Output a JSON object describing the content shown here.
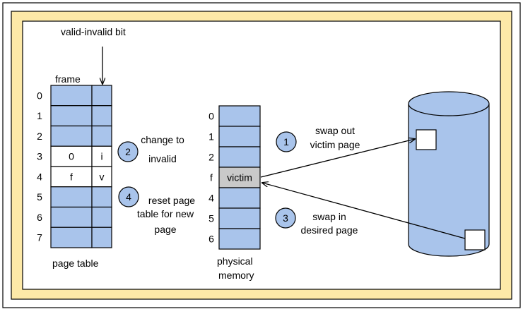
{
  "colors": {
    "frame_fill": "#fde9a8",
    "cell_fill": "#a9c4eb",
    "victim_fill": "#c9c9c9",
    "step_circle_fill": "#a9c4eb",
    "disk_fill": "#a9c4eb"
  },
  "labels": {
    "valid_invalid_bit": "valid-invalid bit",
    "frame": "frame",
    "page_table": "page table",
    "physical_memory_line1": "physical",
    "physical_memory_line2": "memory"
  },
  "page_table": {
    "rows": [
      {
        "index": "0",
        "frame": "",
        "bit": ""
      },
      {
        "index": "1",
        "frame": "",
        "bit": ""
      },
      {
        "index": "2",
        "frame": "",
        "bit": ""
      },
      {
        "index": "3",
        "frame": "0",
        "bit": "i"
      },
      {
        "index": "4",
        "frame": "f",
        "bit": "v"
      },
      {
        "index": "5",
        "frame": "",
        "bit": ""
      },
      {
        "index": "6",
        "frame": "",
        "bit": ""
      },
      {
        "index": "7",
        "frame": "",
        "bit": ""
      }
    ]
  },
  "physical_memory": {
    "rows": [
      {
        "index": "0",
        "content": ""
      },
      {
        "index": "1",
        "content": ""
      },
      {
        "index": "2",
        "content": ""
      },
      {
        "index": "f",
        "content": "victim"
      },
      {
        "index": "4",
        "content": ""
      },
      {
        "index": "5",
        "content": ""
      },
      {
        "index": "6",
        "content": ""
      }
    ]
  },
  "steps": [
    {
      "number": "1",
      "line1": "swap out",
      "line2": "victim page",
      "line3": ""
    },
    {
      "number": "2",
      "line1": "change to",
      "line2": "invalid",
      "line3": ""
    },
    {
      "number": "3",
      "line1": "swap in",
      "line2": "desired page",
      "line3": ""
    },
    {
      "number": "4",
      "line1": "reset page",
      "line2": "table for new",
      "line3": "page"
    }
  ]
}
